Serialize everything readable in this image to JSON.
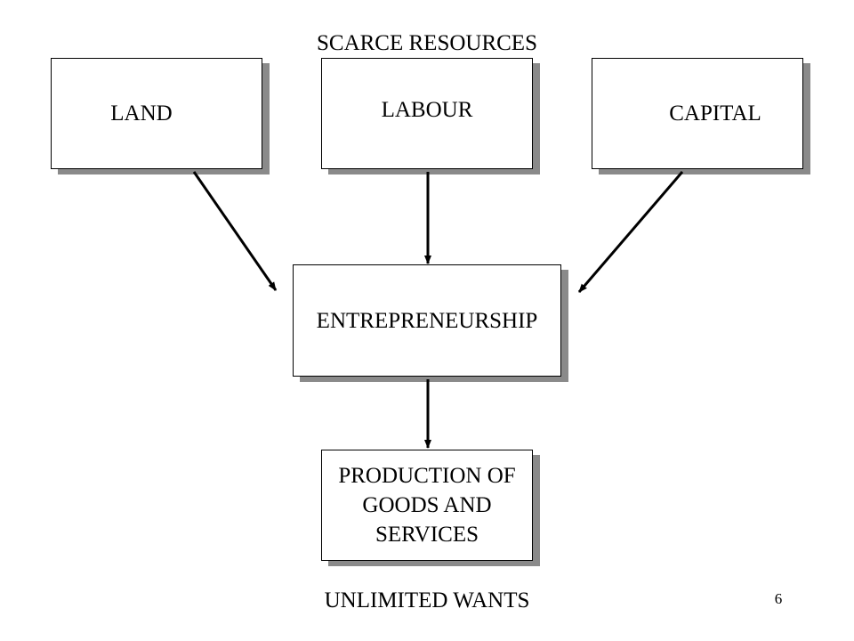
{
  "top_label": "SCARCE RESOURCES",
  "bottom_label": "UNLIMITED WANTS",
  "page_number": "6",
  "nodes": {
    "land": "LAND",
    "labour": "LABOUR",
    "capital": "CAPITAL",
    "entrepreneurship": "ENTREPRENEURSHIP",
    "production": "PRODUCTION OF\nGOODS  AND\nSERVICES"
  },
  "colors": {
    "box_border": "#000000",
    "box_shadow": "#8a8a8a",
    "arrow": "#000000"
  }
}
